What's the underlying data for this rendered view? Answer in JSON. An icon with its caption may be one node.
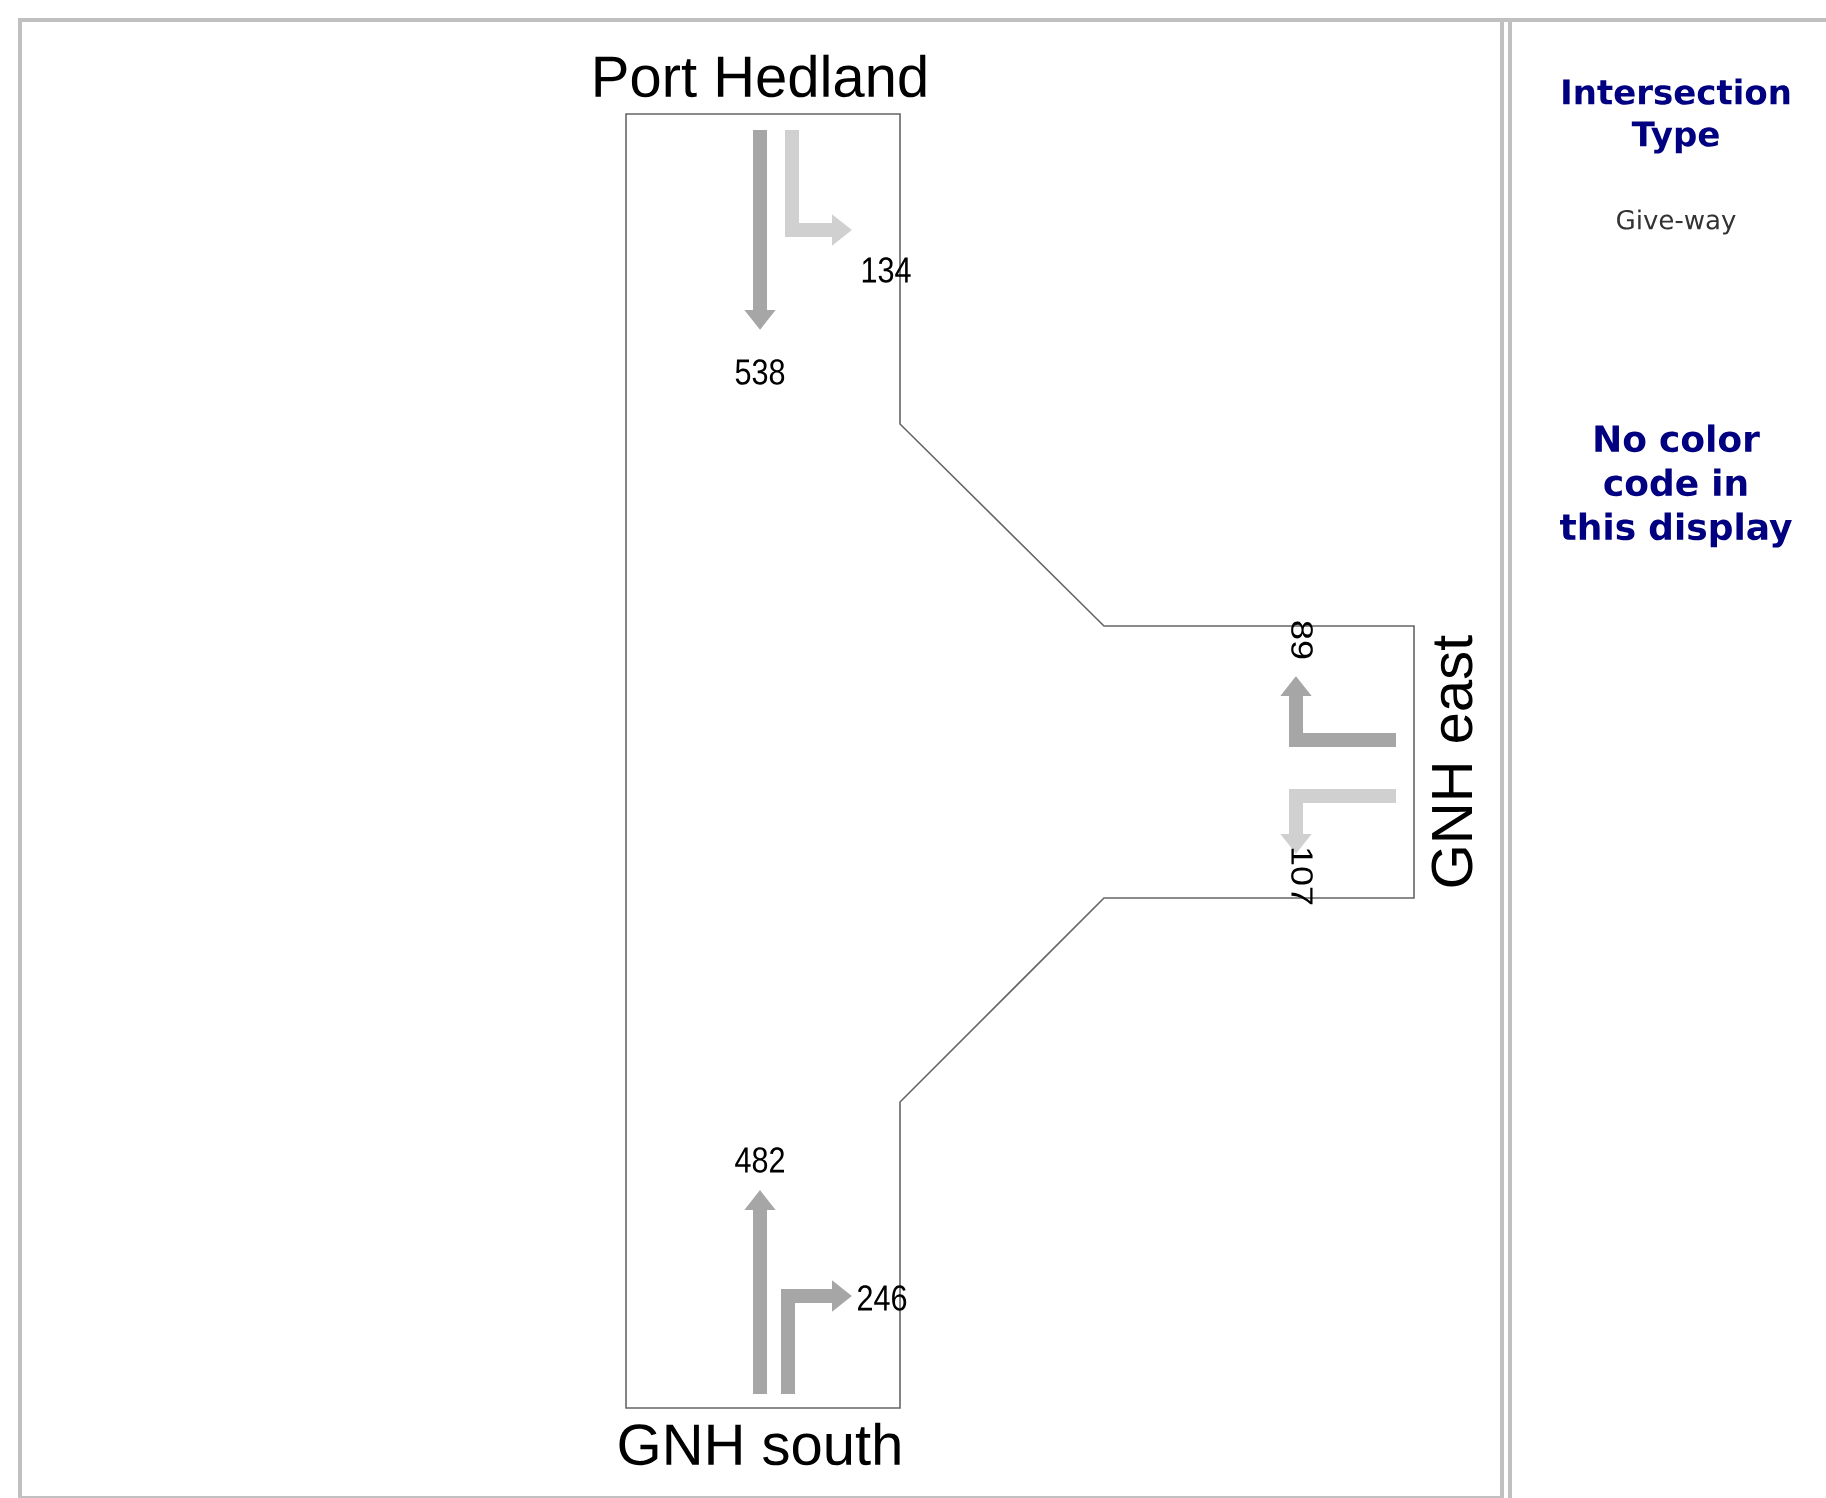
{
  "diagram": {
    "labels": [
      "Port Hedland",
      "134",
      "538",
      "89",
      "GNH east",
      "107",
      "482",
      "246",
      "GNH south",
      "Intersection Type",
      "Give-way",
      "No color code in this display"
    ]
  }
}
